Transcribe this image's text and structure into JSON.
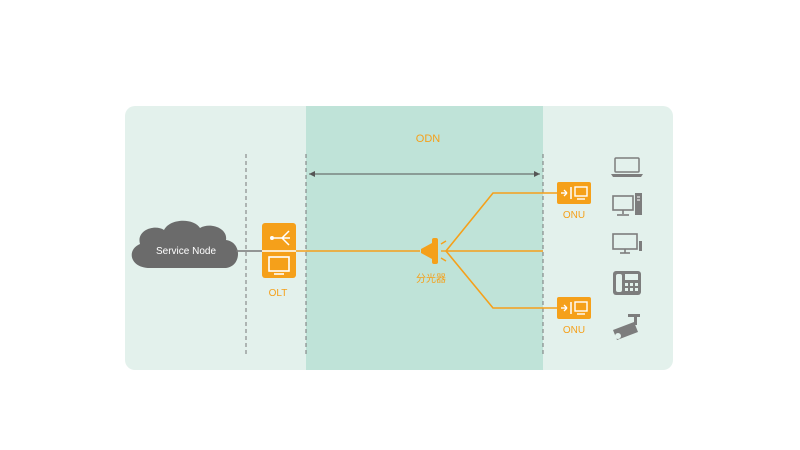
{
  "labels": {
    "odn": "ODN",
    "service_node": "Service Node",
    "olt": "OLT",
    "splitter": "分光器",
    "onu_top": "ONU",
    "onu_bottom": "ONU"
  },
  "colors": {
    "panel_light": "#e3f1ec",
    "panel_odn": "#bfe3d8",
    "accent_orange": "#f5a01a",
    "device_gray": "#7d7d7d",
    "cloud_gray": "#6b6b6b",
    "dashed_line": "#777777"
  },
  "end_devices": [
    "laptop-icon",
    "desktop-computer-icon",
    "tv-monitor-icon",
    "telephone-icon",
    "security-camera-icon"
  ]
}
